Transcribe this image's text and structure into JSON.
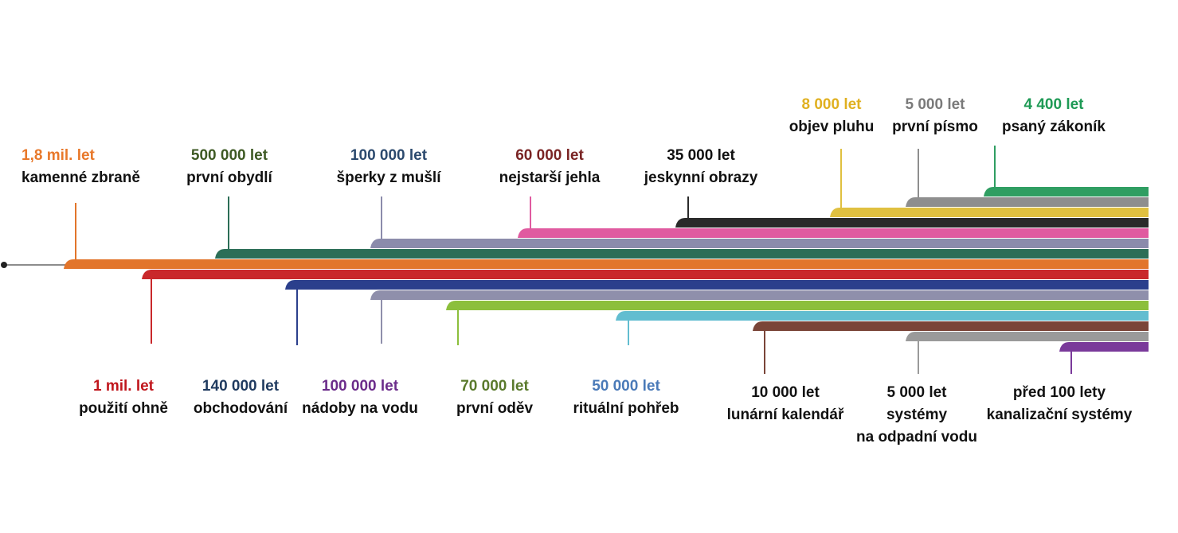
{
  "colors": {
    "base_line": "#8c8c8c",
    "start_dot": "#222222"
  },
  "milestones": [
    {
      "id": "m01",
      "year": "1,8 mil. let",
      "text": "kamenné zbraně",
      "text2": "",
      "color": "#e8782a",
      "band_color": "#e2752b",
      "side": "top"
    },
    {
      "id": "m02",
      "year": "1 mil. let",
      "text": "použití ohně",
      "text2": "",
      "color": "#c0161c",
      "band_color": "#c9282b",
      "side": "bottom"
    },
    {
      "id": "m03",
      "year": "500 000 let",
      "text": "první obydlí",
      "text2": "",
      "color": "#3e5a24",
      "band_color": "#2c6e57",
      "side": "top"
    },
    {
      "id": "m04",
      "year": "140 000 let",
      "text": "obchodování",
      "text2": "",
      "color": "#1f3a5f",
      "band_color": "#2b3f8c",
      "side": "bottom"
    },
    {
      "id": "m05",
      "year": "100 000 let",
      "text": "šperky z mušlí",
      "text2": "",
      "color": "#2c4a6e",
      "band_color": "#8b8bab",
      "side": "top"
    },
    {
      "id": "m06",
      "year": "100 000 let",
      "text": "nádoby na vodu",
      "text2": "",
      "color": "#6b2c8a",
      "band_color": "#8f8fab",
      "side": "bottom"
    },
    {
      "id": "m07",
      "year": "60 000 let",
      "text": "nejstarší jehla",
      "text2": "",
      "color": "#7a2424",
      "band_color": "#e05aa0",
      "side": "top"
    },
    {
      "id": "m08",
      "year": "70 000 let",
      "text": "první oděv",
      "text2": "",
      "color": "#5a7a2c",
      "band_color": "#8cbf3c",
      "side": "bottom"
    },
    {
      "id": "m09",
      "year": "35 000 let",
      "text": "jeskynní obrazy",
      "text2": "",
      "color": "#111111",
      "band_color": "#2a2a2a",
      "side": "top"
    },
    {
      "id": "m10",
      "year": "50 000 let",
      "text": "rituální pohřeb",
      "text2": "",
      "color": "#4a7ab8",
      "band_color": "#62bdd0",
      "side": "bottom"
    },
    {
      "id": "m11",
      "year": "10 000 let",
      "text": "lunární  kalendář",
      "text2": "",
      "color": "#111111",
      "band_color": "#7a4538",
      "side": "bottom"
    },
    {
      "id": "m12",
      "year": "8 000 let",
      "text": "objev pluhu",
      "text2": "",
      "color": "#e0b020",
      "band_color": "#e0c040",
      "side": "top"
    },
    {
      "id": "m13",
      "year": "5 000 let",
      "text": "první písmo",
      "text2": "",
      "color": "#7a7a7a",
      "band_color": "#8e8e8e",
      "side": "top"
    },
    {
      "id": "m14",
      "year": "5 000 let",
      "text": "systémy",
      "text2": "na odpadní vodu",
      "color": "#111111",
      "band_color": "#9a9a9a",
      "side": "bottom"
    },
    {
      "id": "m15",
      "year": "4 400 let",
      "text": "psaný zákoník",
      "text2": "",
      "color": "#1e9a55",
      "band_color": "#2f9e62",
      "side": "top"
    },
    {
      "id": "m16",
      "year": "před 100 lety",
      "text": "kanalizační systémy",
      "text2": "",
      "color": "#111111",
      "band_color": "#7a3a9a",
      "side": "bottom"
    }
  ]
}
